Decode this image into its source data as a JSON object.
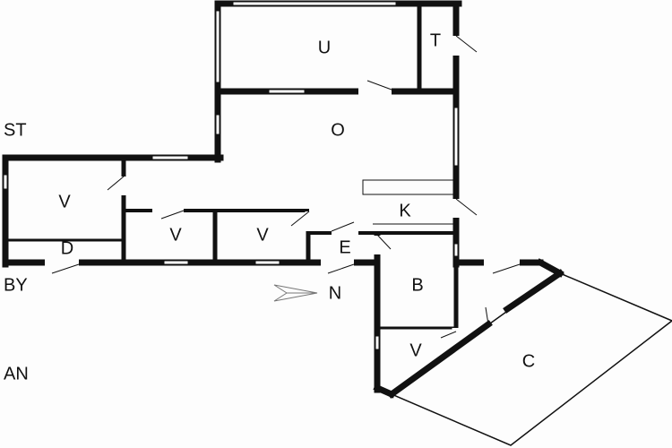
{
  "rooms": {
    "u": "U",
    "t": "T",
    "o": "O",
    "k": "K",
    "v1": "V",
    "d": "D",
    "v2": "V",
    "v3": "V",
    "e": "E",
    "b": "B",
    "v4": "V",
    "c": "C"
  },
  "outside": {
    "st": "ST",
    "by": "BY",
    "an": "AN"
  },
  "compass": {
    "label": "N"
  }
}
